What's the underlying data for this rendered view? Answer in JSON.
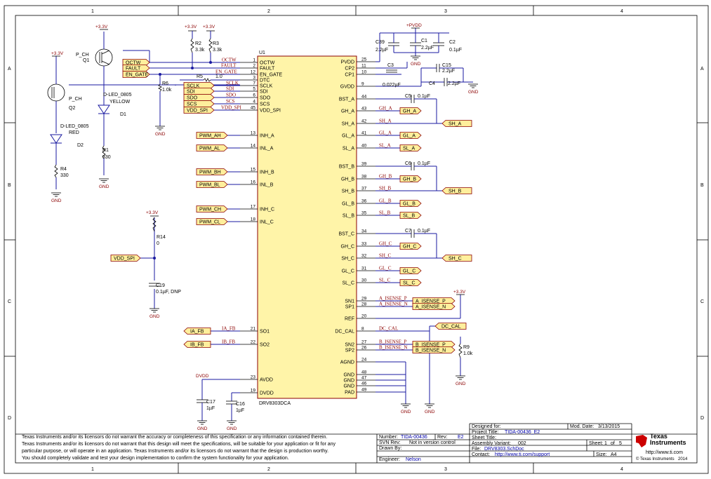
{
  "colors": {
    "wire": "#1a1aa0",
    "port_fill": "#ffef9c",
    "port_stroke": "#8b0000",
    "net": "#8b0000",
    "chip_fill": "#fff4a8"
  },
  "grid": {
    "cols": [
      "1",
      "2",
      "3",
      "4"
    ],
    "rows": [
      "A",
      "B",
      "C",
      "D"
    ]
  },
  "chip": {
    "ref": "U1",
    "part": "DRV8303DCA",
    "left_pins": [
      {
        "name": "OCTW",
        "num": "1",
        "net": "OCTW"
      },
      {
        "name": "FAULT",
        "num": "2",
        "net": "FAULT"
      },
      {
        "name": "EN_GATE",
        "num": "12",
        "net": "EN_GATE"
      },
      {
        "name": "DTC",
        "num": "3",
        "net": ""
      },
      {
        "name": "SCLK",
        "num": "7",
        "net": "SCLK"
      },
      {
        "name": "SDI",
        "num": "5",
        "net": "SDI"
      },
      {
        "name": "SDO",
        "num": "6",
        "net": "SDO"
      },
      {
        "name": "SCS",
        "num": "4",
        "net": "SCS"
      },
      {
        "name": "VDD_SPI",
        "num": "45",
        "net": "VDD_SPI"
      },
      {
        "name": "INH_A",
        "num": "13",
        "net": ""
      },
      {
        "name": "INL_A",
        "num": "14",
        "net": ""
      },
      {
        "name": "INH_B",
        "num": "15",
        "net": ""
      },
      {
        "name": "INL_B",
        "num": "16",
        "net": ""
      },
      {
        "name": "INH_C",
        "num": "17",
        "net": ""
      },
      {
        "name": "INL_C",
        "num": "18",
        "net": ""
      },
      {
        "name": "SO1",
        "num": "21",
        "net": "IA_FB"
      },
      {
        "name": "SO2",
        "num": "22",
        "net": "IB_FB"
      },
      {
        "name": "AVDD",
        "num": "23",
        "net": ""
      },
      {
        "name": "DVDD",
        "num": "19",
        "net": ""
      }
    ],
    "right_pins": [
      {
        "name": "PVDD",
        "num": "25",
        "net": ""
      },
      {
        "name": "CP2",
        "num": "11",
        "net": ""
      },
      {
        "name": "CP1",
        "num": "10",
        "net": ""
      },
      {
        "name": "GVDD",
        "num": "9",
        "net": ""
      },
      {
        "name": "BST_A",
        "num": "44",
        "net": ""
      },
      {
        "name": "GH_A",
        "num": "43",
        "net": "GH_A"
      },
      {
        "name": "SH_A",
        "num": "42",
        "net": "SH_A"
      },
      {
        "name": "GL_A",
        "num": "41",
        "net": "GL_A"
      },
      {
        "name": "SL_A",
        "num": "40",
        "net": "SL_A"
      },
      {
        "name": "BST_B",
        "num": "39",
        "net": ""
      },
      {
        "name": "GH_B",
        "num": "38",
        "net": "GH_B"
      },
      {
        "name": "SH_B",
        "num": "37",
        "net": "SH_B"
      },
      {
        "name": "GL_B",
        "num": "36",
        "net": "GL_B"
      },
      {
        "name": "SL_B",
        "num": "35",
        "net": "SL_B"
      },
      {
        "name": "BST_C",
        "num": "34",
        "net": ""
      },
      {
        "name": "GH_C",
        "num": "33",
        "net": "GH_C"
      },
      {
        "name": "SH_C",
        "num": "32",
        "net": "SH_C"
      },
      {
        "name": "GL_C",
        "num": "31",
        "net": "GL_C"
      },
      {
        "name": "SL_C",
        "num": "30",
        "net": "SL_C"
      },
      {
        "name": "SN1",
        "num": "29",
        "net": "A_ISENSE_P"
      },
      {
        "name": "SP1",
        "num": "28",
        "net": "A_ISENSE_N"
      },
      {
        "name": "REF",
        "num": "20",
        "net": ""
      },
      {
        "name": "DC_CAL",
        "num": "8",
        "net": "DC_CAL"
      },
      {
        "name": "SN2",
        "num": "27",
        "net": "B_ISENSE_P"
      },
      {
        "name": "SP2",
        "num": "26",
        "net": "B_ISENSE_N"
      },
      {
        "name": "AGND",
        "num": "24",
        "net": ""
      },
      {
        "name": "GND",
        "num": "48",
        "net": ""
      },
      {
        "name": "GND",
        "num": "47",
        "net": ""
      },
      {
        "name": "GND",
        "num": "46",
        "net": ""
      },
      {
        "name": "PAD",
        "num": "49",
        "net": ""
      }
    ]
  },
  "ports_left": [
    "OCTW",
    "FAULT",
    "EN_GATE",
    "SCLK",
    "SDI",
    "SDO",
    "SCS",
    "VDD_SPI",
    "PWM_AH",
    "PWM_AL",
    "PWM_BH",
    "PWM_BL",
    "PWM_CH",
    "PWM_CL",
    "VDD_SPI",
    "IA_FB",
    "IB_FB"
  ],
  "ports_right": [
    "GH_A",
    "SH_A",
    "GL_A",
    "SL_A",
    "GH_B",
    "SH_B",
    "GL_B",
    "SL_B",
    "GH_C",
    "SH_C",
    "GL_C",
    "SL_C",
    "A_ISENSE_P",
    "A_ISENSE_N",
    "DC_CAL",
    "B_ISENSE_P",
    "B_ISENSE_N"
  ],
  "components": {
    "q1": {
      "ref": "Q1",
      "type": "P_CH"
    },
    "q2": {
      "ref": "Q2",
      "type": "P_CH"
    },
    "d1": {
      "ref": "D1",
      "type": "D-LED_0805",
      "color": "YELLOW"
    },
    "d2": {
      "ref": "D2",
      "type": "D-LED_0805",
      "color": "RED"
    },
    "r1": {
      "ref": "R1",
      "val": "330"
    },
    "r2": {
      "ref": "R2",
      "val": "3.3k"
    },
    "r3": {
      "ref": "R3",
      "val": "3.3k"
    },
    "r4": {
      "ref": "R4",
      "val": "330"
    },
    "r5": {
      "ref": "R5",
      "val": "1.0"
    },
    "r6": {
      "ref": "R6",
      "val": "1.0k"
    },
    "r9": {
      "ref": "R9",
      "val": "1.0k"
    },
    "r14": {
      "ref": "R14",
      "val": "0"
    },
    "c1": {
      "ref": "C1",
      "val": "2.2µF"
    },
    "c2": {
      "ref": "C2",
      "val": "0.1µF"
    },
    "c3": {
      "ref": "C3",
      "val": "0.022µF"
    },
    "c4": {
      "ref": "C4",
      "val": "2.2µF"
    },
    "c5": {
      "ref": "C5",
      "val": "0.1µF"
    },
    "c6": {
      "ref": "C6",
      "val": "0.1µF"
    },
    "c7": {
      "ref": "C7",
      "val": "0.1µF"
    },
    "c15": {
      "ref": "C15",
      "val": "2.2µF"
    },
    "c16": {
      "ref": "C16",
      "val": "1µF"
    },
    "c17": {
      "ref": "C17",
      "val": "1µF"
    },
    "c19": {
      "ref": "C19",
      "val": "0.1µF, DNP"
    },
    "c39": {
      "ref": "C39",
      "val": "2.2µF"
    }
  },
  "power": {
    "v33": "+3.3V",
    "pvdd": "+PVDD",
    "dvdd": "DVDD",
    "gnd": "GND"
  },
  "disclaimer": [
    "Texas Instruments and/or its licensors do not warrant the accuracy or completeness of this specification or any information contained therein.",
    "Texas Instruments and/or its licensors do not warrant that this design will meet the specifications, will be suitable for your application or fit for any",
    "particular purpose, or will operate in an application. Texas Instruments and/or its licensors do not warrant that the design is production worthy.",
    "You should completely validate and test your design implementation to confirm the system functionality for your application."
  ],
  "titleblock": {
    "number_label": "Number:",
    "number": "TIDA-00436",
    "rev_label": "Rev:",
    "rev": "E2",
    "svn_label": "SVN Rev:",
    "svn": "Not in version control",
    "drawn_label": "Drawn By:",
    "drawn": "",
    "engineer_label": "Engineer:",
    "engineer": "Nelson",
    "designed_for_label": "Designed for:",
    "designed_for": "",
    "mod_date_label": "Mod. Date:",
    "mod_date": "3/13/2015",
    "project_title_label": "Project Title:",
    "project_title": "TIDA-00436_E2",
    "sheet_title_label": "Sheet Title:",
    "sheet_title": "",
    "assembly_label": "Assembly Variant:",
    "assembly": "002",
    "sheet_label": "Sheet:",
    "sheet": "1",
    "of_label": "of",
    "of": "5",
    "file_label": "File:",
    "file": "DRV8303.SchDoc",
    "size_label": "Size:",
    "size": "A4",
    "contact_label": "Contact:",
    "contact": "http://www.ti.com/support",
    "ti_name_1": "Texas",
    "ti_name_2": "Instruments",
    "ti_url": "http://www.ti.com",
    "copyright": "© Texas Instruments",
    "copyright_year": "2014"
  }
}
